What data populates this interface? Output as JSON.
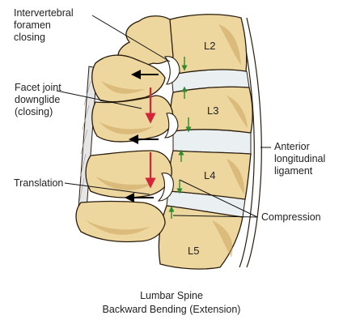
{
  "labels": {
    "intervertebral_foramen": [
      "Intervertebral",
      "foramen",
      "closing"
    ],
    "facet_joint": [
      "Facet joint",
      "downglide",
      "(closing)"
    ],
    "translation": "Translation",
    "anterior_ligament": [
      "Anterior",
      "longitudinal",
      "ligament"
    ],
    "compression": "Compression"
  },
  "vertebrae": [
    "L2",
    "L3",
    "L4",
    "L5"
  ],
  "caption": [
    "Lumbar Spine",
    "Backward Bending (Extension)"
  ],
  "colors": {
    "bone": "#edd79e",
    "bone_shadow": "#c79b54",
    "outline": "#2a1c0c",
    "disc": "#eaeff2",
    "red_arrow": "#d4243a",
    "green_arrow": "#2e8b2e",
    "black_arrow": "#000000",
    "leader": "#111111"
  }
}
